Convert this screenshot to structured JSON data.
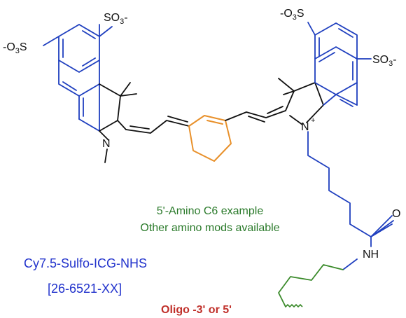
{
  "atoms": {
    "so3_top_left": "SO",
    "so3_left": "-O",
    "so3_left_s": "S",
    "n_left": "N",
    "o3s_top_right": "-O",
    "o3s_top_right_s": "S",
    "so3_right": "SO",
    "n_right": "N",
    "n_plus": "+",
    "o_carbonyl": "O",
    "nh": "NH",
    "sub3": "3",
    "minus": "-"
  },
  "notes": {
    "line1": "5'-Amino C6 example",
    "line2": "Other amino mods available"
  },
  "product": {
    "name": "Cy7.5-Sulfo-ICG-NHS",
    "catalog": "[26-6521-XX]",
    "oligo": "Oligo -3' or 5'"
  },
  "colors": {
    "structure": "#1f3fbf",
    "linker": "#e8902a",
    "note": "#2a7a2a",
    "name": "#2233cc",
    "oligo": "#c0302a"
  }
}
